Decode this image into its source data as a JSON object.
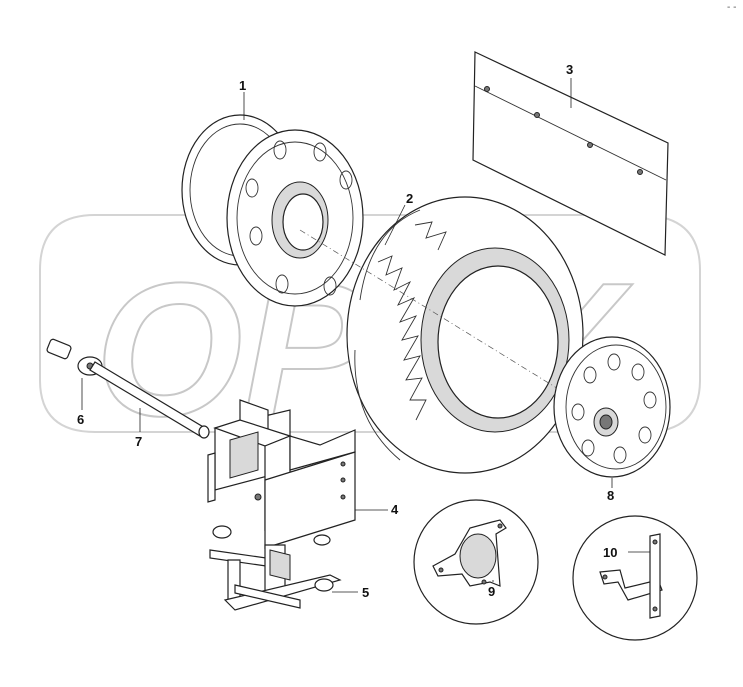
{
  "watermark": {
    "text": "OPEX"
  },
  "corner_mark": "- -",
  "callouts": [
    {
      "id": "1",
      "label": "1"
    },
    {
      "id": "2",
      "label": "2"
    },
    {
      "id": "3",
      "label": "3"
    },
    {
      "id": "4",
      "label": "4"
    },
    {
      "id": "5",
      "label": "5"
    },
    {
      "id": "6",
      "label": "6"
    },
    {
      "id": "7",
      "label": "7"
    },
    {
      "id": "8",
      "label": "8"
    },
    {
      "id": "9",
      "label": "9"
    },
    {
      "id": "10",
      "label": "10"
    }
  ],
  "icons": {
    "part_1": "wheel-rim-icon",
    "part_2": "tire-icon",
    "part_3": "mud-flap-icon",
    "part_4": "spare-wheel-carrier-icon",
    "part_5": "clamp-bracket-icon",
    "part_6": "crank-head-icon",
    "part_7": "crank-rod-icon",
    "part_8": "wheel-cover-icon",
    "part_9": "plate-detail-icon",
    "part_10": "bracket-detail-icon"
  }
}
